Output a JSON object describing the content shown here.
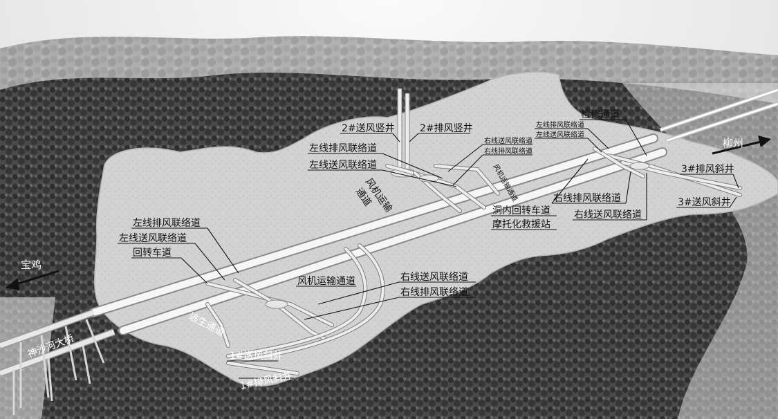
{
  "labels": {
    "no2_supply_shaft": "2#送风竖井",
    "no2_exhaust_shaft": "2#排风竖井",
    "left_exhaust_link_top": "左线排风联络道",
    "left_supply_link_top": "左线送风联络道",
    "right_supply_link_small": "右线送风联络道",
    "right_exhaust_link_small": "右线排风联络道",
    "fan_transport_channel_vertical": "风机运输通道",
    "cav_inclined": "风机运输",
    "cav_inclined_2": "通道",
    "left_exhaust_link_right_small": "左线排风联络道",
    "left_supply_link_right_small": "左线送风联络道",
    "maintenance_channel": "检修通道",
    "no3_exhaust_inclined": "3#排风斜井",
    "no3_supply_inclined": "3#送风斜井",
    "right_exhaust_link_right": "右线排风联络道",
    "right_supply_link_right": "右线送风联络道",
    "turnaround_in_cave": "洞内回转车道",
    "motorcycle_rescue": "摩托化救援站",
    "left_exhaust_link_left": "左线排风联络道",
    "left_supply_link_left": "左线送风联络道",
    "turnaround_left": "回转车道",
    "fan_transport_channel": "风机运输通道",
    "right_supply_link_bottom": "右线送风联络道",
    "right_exhaust_link_bottom": "右线排风联络道",
    "escape_channel": "逃生通道",
    "no1_supply_inclined": "1#送风斜井",
    "no1_exhaust_inclined": "1#排风斜井",
    "bridge": "神沙河大桥",
    "to_baoji": "宝鸡",
    "to_hanzhong": "柳州"
  },
  "colors": {
    "terrain_dark": "#3c3c3c",
    "terrain_mid": "#6e6e6e",
    "cutaway": "#d4d4d4",
    "tube": "#f6f6f6",
    "sky": "#f4f4f4"
  },
  "icons": {
    "left_arrow": "arrow-left-icon",
    "right_arrow": "arrow-right-icon"
  }
}
